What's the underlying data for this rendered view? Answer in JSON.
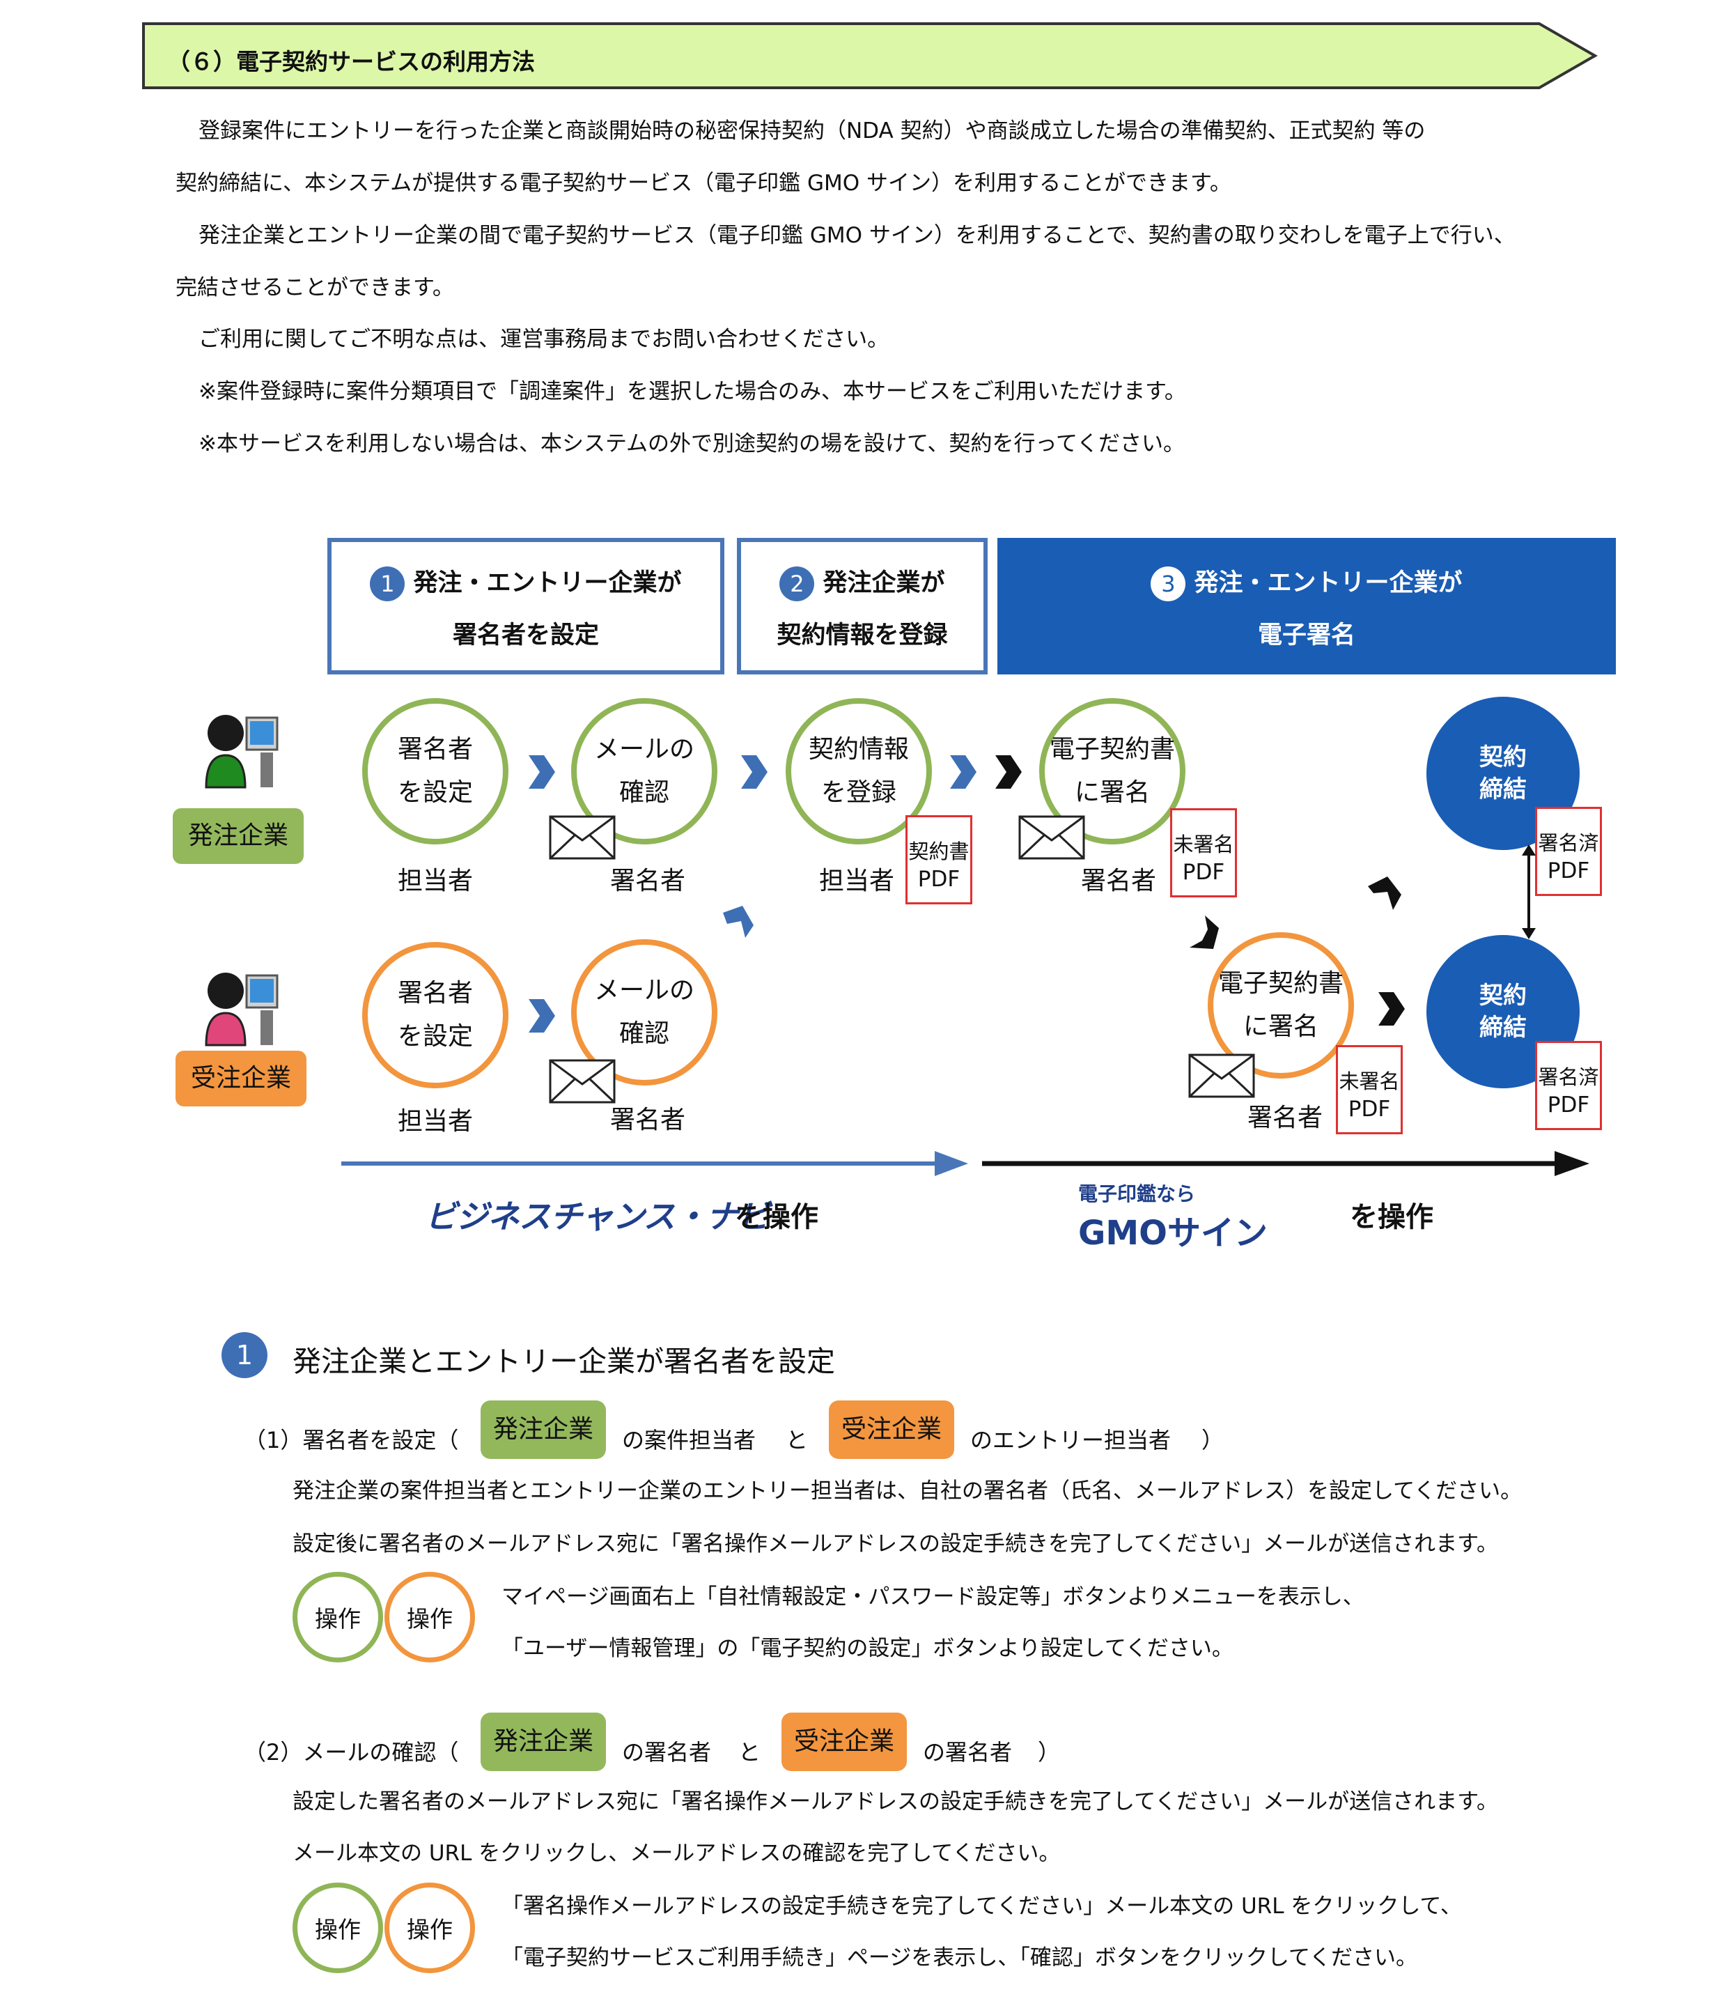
{
  "section_title": "（６）電子契約サービスの利用方法",
  "intro": [
    "登録案件にエントリーを行った企業と商談開始時の秘密保持契約（NDA 契約）や商談成立した場合の準備契約、正式契約 等の",
    "契約締結に、本システムが提供する電子契約サービス（電子印鑑 GMO サイン）を利用することができます。",
    "発注企業とエントリー企業の間で電子契約サービス（電子印鑑 GMO サイン）を利用することで、契約書の取り交わしを電子上で行い、",
    "完結させることができます。",
    "ご利用に関してご不明な点は、運営事務局までお問い合わせください。",
    "※案件登録時に案件分類項目で「調達案件」を選択した場合のみ、本サービスをご利用いただけます。",
    "※本サービスを利用しない場合は、本システムの外で別途契約の場を設けて、契約を行ってください。"
  ],
  "steps": [
    {
      "num": "1",
      "line1": "発注・エントリー企業が",
      "line2": "署名者を設定"
    },
    {
      "num": "2",
      "line1": "発注企業が",
      "line2": "契約情報を登録"
    },
    {
      "num": "3",
      "line1": "発注・エントリー企業が",
      "line2": "電子署名"
    }
  ],
  "parties": {
    "orderer": "発注企業",
    "receiver": "受注企業"
  },
  "flow": {
    "c1": [
      "署名者",
      "を設定"
    ],
    "c2": [
      "メールの",
      "確認"
    ],
    "c3": [
      "契約情報",
      "を登録"
    ],
    "c4": [
      "電子契約書",
      "に署名"
    ],
    "c5": [
      "署名者",
      "を設定"
    ],
    "c6": [
      "メールの",
      "確認"
    ],
    "c7": [
      "電子契約書",
      "に署名"
    ],
    "l_tanto": "担当者",
    "l_shomei": "署名者",
    "pdf_keiyaku": [
      "契約書",
      "PDF"
    ],
    "pdf_mi": [
      "未署名",
      "PDF"
    ],
    "pdf_zumi": [
      "署名済",
      "PDF"
    ],
    "done": [
      "契約",
      "締結"
    ]
  },
  "operate": {
    "bcn_logo": "ビジネスチャンス・ナビ",
    "op_text": "を操作",
    "gmo_small": "電子印鑑なら",
    "gmo_logo": "GMOサイン"
  },
  "sub1": {
    "num": "1",
    "title": "発注企業とエントリー企業が署名者を設定",
    "item1_prefix": "（1）署名者を設定（",
    "item1_mid1": "の案件担当者",
    "item1_and": "と",
    "item1_mid2": "のエントリー担当者",
    "item1_close": "）",
    "item1_lines": [
      "発注企業の案件担当者とエントリー企業のエントリー担当者は、自社の署名者（氏名、メールアドレス）を設定してください。",
      "設定後に署名者のメールアドレス宛に「署名操作メールアドレスの設定手続きを完了してください」メールが送信されます。"
    ],
    "op_label": "操作",
    "item1_op_lines": [
      "マイページ画面右上「自社情報設定・パスワード設定等」ボタンよりメニューを表示し、",
      "「ユーザー情報管理」の「電子契約の設定」ボタンより設定してください。"
    ],
    "item2_prefix": "（2）メールの確認（",
    "item2_mid1": "の署名者",
    "item2_and": "と",
    "item2_mid2": "の署名者",
    "item2_close": "）",
    "item2_lines": [
      "設定した署名者のメールアドレス宛に「署名操作メールアドレスの設定手続きを完了してください」メールが送信されます。",
      "メール本文の URL をクリックし、メールアドレスの確認を完了してください。"
    ],
    "item2_op_lines": [
      "「署名操作メールアドレスの設定手続きを完了してください」メール本文の URL をクリックして、",
      "「電子契約サービスご利用手続き」ページを表示し、「確認」ボタンをクリックしてください。"
    ]
  },
  "colors": {
    "green": "#93b85c",
    "orange": "#f3963f",
    "blue": "#1a5db4",
    "banner": "#dcf7a8"
  }
}
